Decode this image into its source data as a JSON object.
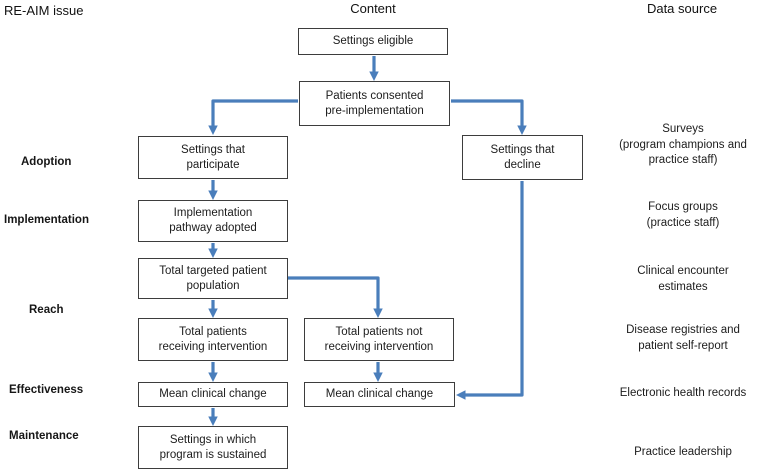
{
  "headers": {
    "reaim": "RE-AIM issue",
    "content": "Content",
    "data_source": "Data source"
  },
  "colors": {
    "arrow": "#4a7ebb",
    "box_border": "#3d3d3d",
    "text": "#1c1c1c"
  },
  "reaim_issues": [
    {
      "label": "Adoption"
    },
    {
      "label": "Implementation"
    },
    {
      "label": "Reach"
    },
    {
      "label": "Effectiveness"
    },
    {
      "label": "Maintenance"
    }
  ],
  "flow": {
    "settings_eligible": "Settings eligible",
    "patients_consented": "Patients consented\npre-implementation",
    "settings_participate": "Settings that\nparticipate",
    "settings_decline": "Settings that\ndecline",
    "implementation_pathway": "Implementation\npathway adopted",
    "total_targeted": "Total targeted patient\npopulation",
    "total_receiving": "Total patients\nreceiving intervention",
    "total_not_receiving": "Total patients not\nreceiving intervention",
    "mean_change_left": "Mean clinical change",
    "mean_change_right": "Mean clinical change",
    "settings_sustained": "Settings in which\nprogram is sustained"
  },
  "data_sources": [
    {
      "label": "Surveys\n(program champions and\npractice staff)"
    },
    {
      "label": "Focus groups\n(practice staff)"
    },
    {
      "label": "Clinical encounter\nestimates"
    },
    {
      "label": "Disease registries and\npatient self-report"
    },
    {
      "label": "Electronic health records"
    },
    {
      "label": "Practice leadership"
    }
  ]
}
